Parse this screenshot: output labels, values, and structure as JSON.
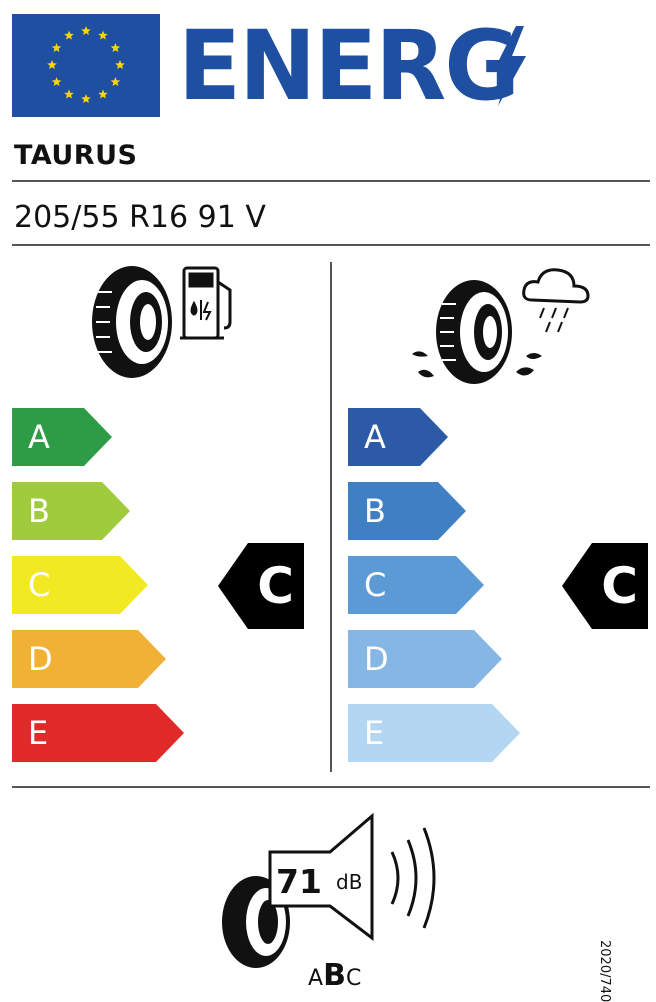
{
  "header": {
    "word": "ENERG",
    "flag_colors": {
      "field": "#1e4fa0",
      "stars": "#ffd500"
    }
  },
  "brand": "TAURUS",
  "tyre_size": "205/55 R16 91 V",
  "fuel_efficiency": {
    "icon": "fuel-pump-icon",
    "classes": [
      {
        "label": "A",
        "color": "#2e9b46"
      },
      {
        "label": "B",
        "color": "#9fcb3d"
      },
      {
        "label": "C",
        "color": "#f1ea23"
      },
      {
        "label": "D",
        "color": "#f1b136"
      },
      {
        "label": "E",
        "color": "#e02a2a"
      }
    ],
    "rating": "C"
  },
  "wet_grip": {
    "icon": "rain-cloud-icon",
    "classes": [
      {
        "label": "A",
        "color": "#2d5aa6"
      },
      {
        "label": "B",
        "color": "#3f7fc3"
      },
      {
        "label": "C",
        "color": "#5c9ad6"
      },
      {
        "label": "D",
        "color": "#86b6e4"
      },
      {
        "label": "E",
        "color": "#b3d6f2"
      }
    ],
    "rating": "C"
  },
  "noise": {
    "value": "71",
    "unit": "dB",
    "classes": [
      "A",
      "B",
      "C"
    ],
    "selected": "B"
  },
  "regulation": "2020/740"
}
